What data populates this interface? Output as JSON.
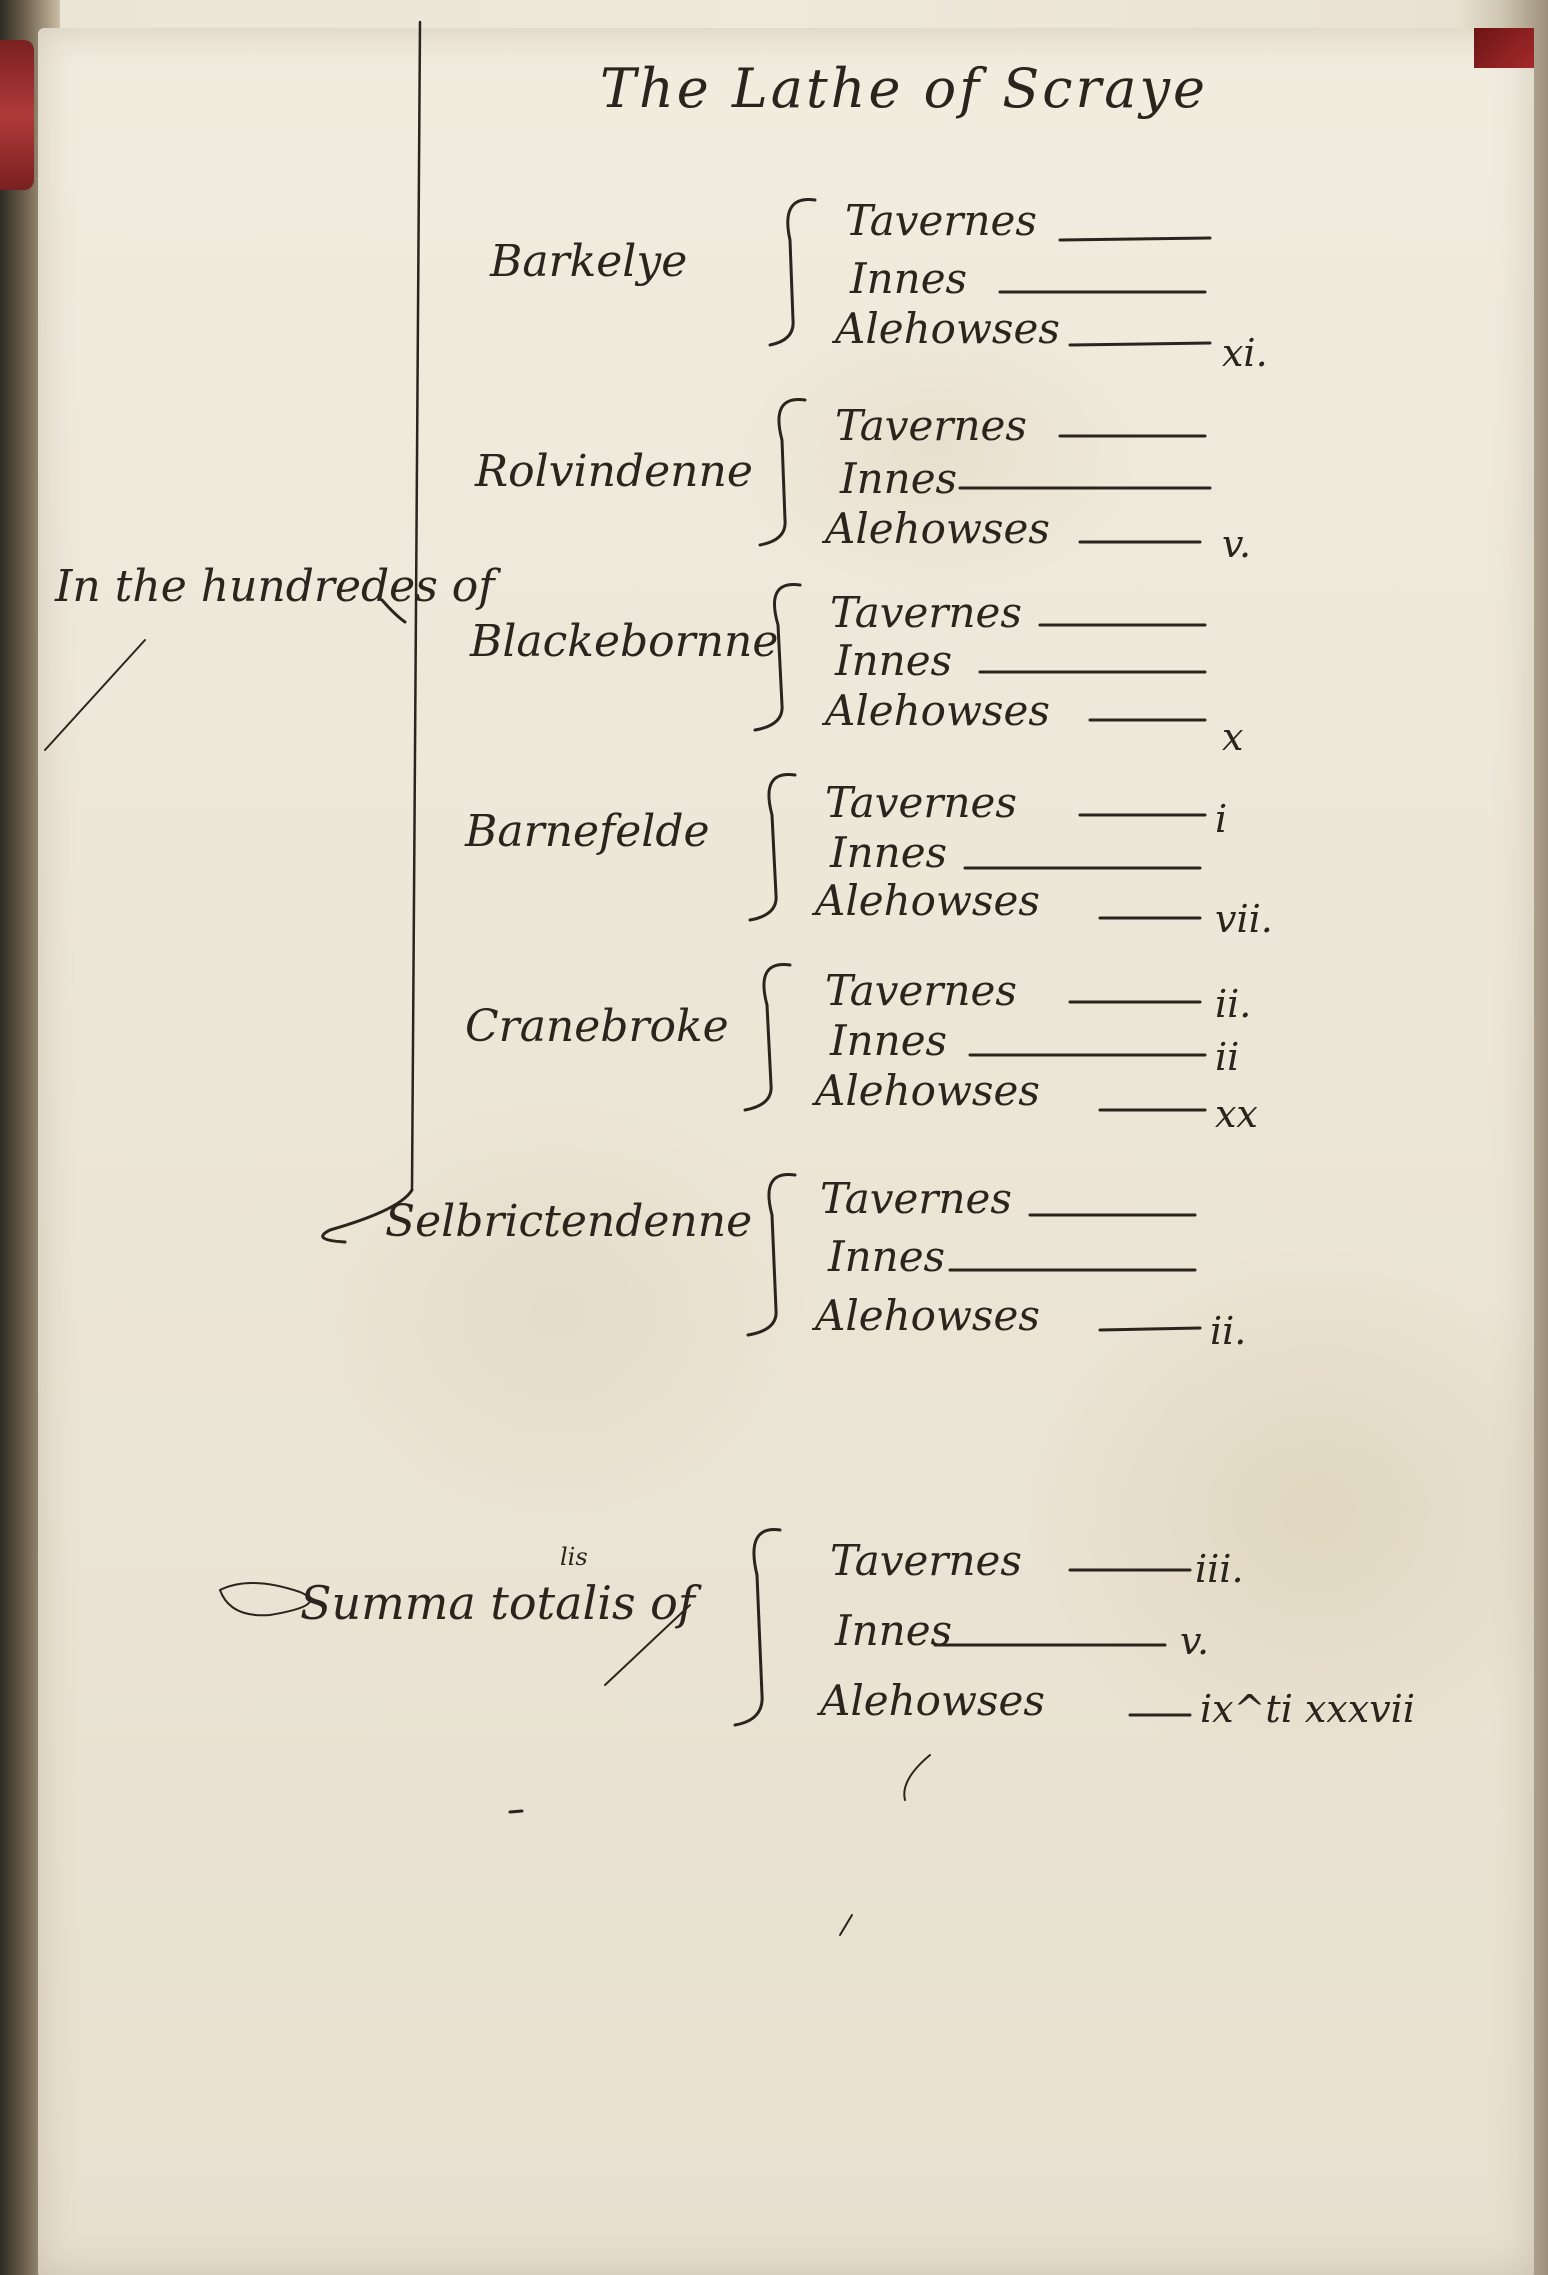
{
  "document": {
    "title": "The Lathe of Scraye",
    "hundred_label": "In the hundredes of",
    "hundreds": [
      {
        "name": "Barkelye",
        "items": [
          "Tavernes",
          "Innes",
          "Alehowses"
        ],
        "values": [
          "",
          "",
          "xi."
        ]
      },
      {
        "name": "Rolvindenne",
        "items": [
          "Tavernes",
          "Innes",
          "Alehowses"
        ],
        "values": [
          "",
          "",
          "v."
        ]
      },
      {
        "name": "Blackebornne",
        "items": [
          "Tavernes",
          "Innes",
          "Alehowses"
        ],
        "values": [
          "",
          "",
          "x"
        ]
      },
      {
        "name": "Barnefelde",
        "items": [
          "Tavernes",
          "Innes",
          "Alehowses"
        ],
        "values": [
          "i",
          "",
          "vii."
        ]
      },
      {
        "name": "Cranebroke",
        "items": [
          "Tavernes",
          "Innes",
          "Alehowses"
        ],
        "values": [
          "ii.",
          "ii",
          "xx"
        ]
      },
      {
        "name": "Selbrictendenne",
        "items": [
          "Tavernes",
          "Innes",
          "Alehowses"
        ],
        "values": [
          "",
          "",
          "ii."
        ]
      }
    ],
    "summary": {
      "label": "Summa totalis of",
      "sup": "lis",
      "items": [
        "Tavernes",
        "Innes",
        "Alehowses"
      ],
      "values": [
        "iii.",
        "v.",
        "ix^ti xxxvii"
      ]
    }
  }
}
